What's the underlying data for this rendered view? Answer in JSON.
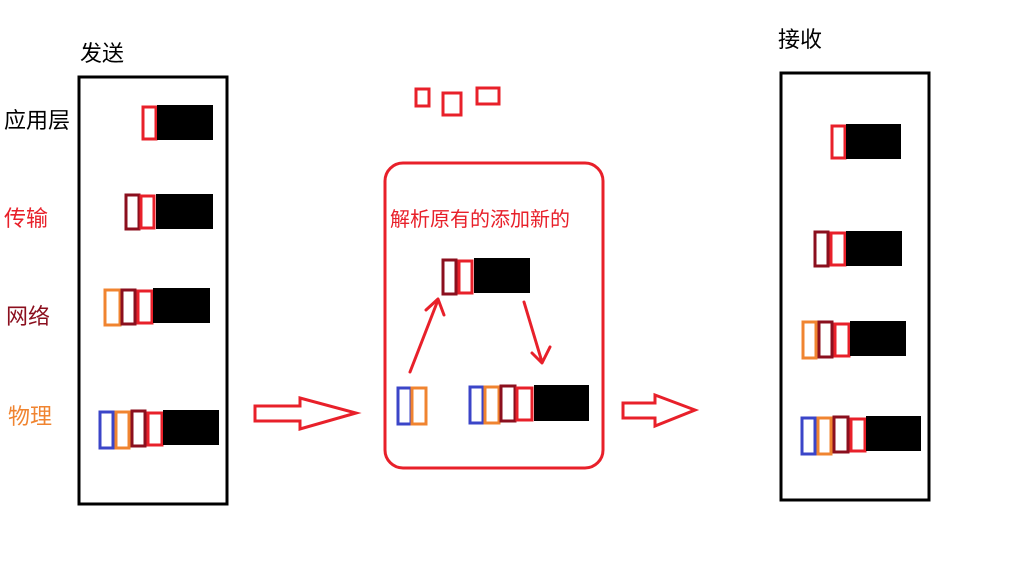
{
  "labels": {
    "send": "发送",
    "receive": "接收",
    "layer_application": "应用层",
    "layer_transport": "传输",
    "layer_network": "网络",
    "layer_physical": "物理",
    "process_note": "解析原有的添加新的"
  },
  "colors": {
    "black": "#000000",
    "transport": "#e8202a",
    "network": "#8b0f1e",
    "physical": "#f08430",
    "blue": "#3b45c8",
    "frame": "#e8202a"
  }
}
